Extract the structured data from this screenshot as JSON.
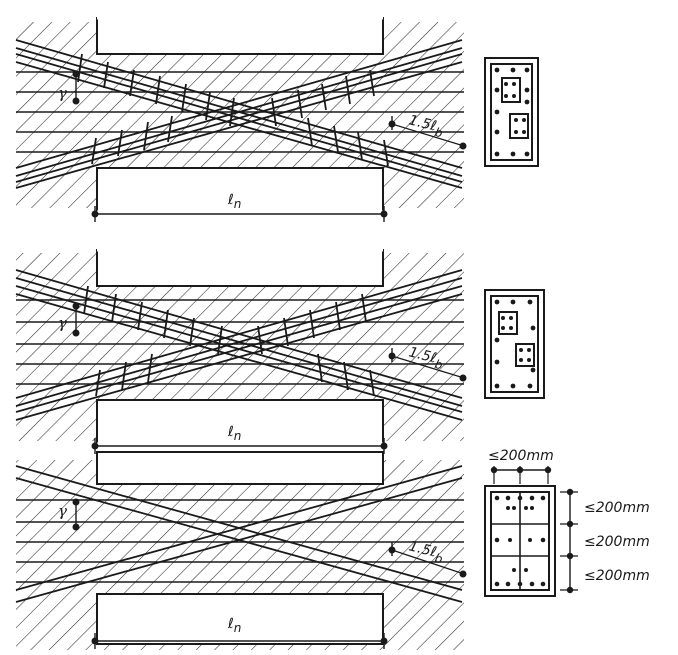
{
  "labels": {
    "gamma": "γ",
    "anchorage": "1.5ℓ",
    "anchorage_sub": "b",
    "span": "ℓ",
    "span_sub": "n",
    "spacing": "≤200mm"
  },
  "panels": [
    {
      "name": "diagonal-reinforcement-detail-1",
      "section_type": "two-bundles-corners"
    },
    {
      "name": "diagonal-reinforcement-detail-2",
      "section_type": "two-bundles-diagonal"
    },
    {
      "name": "diagonal-reinforcement-detail-3",
      "section_type": "full-confinement-grid"
    }
  ],
  "colors": {
    "ink": "#1a1a1a",
    "hatch": "#2a2a2a",
    "background": "#ffffff"
  }
}
